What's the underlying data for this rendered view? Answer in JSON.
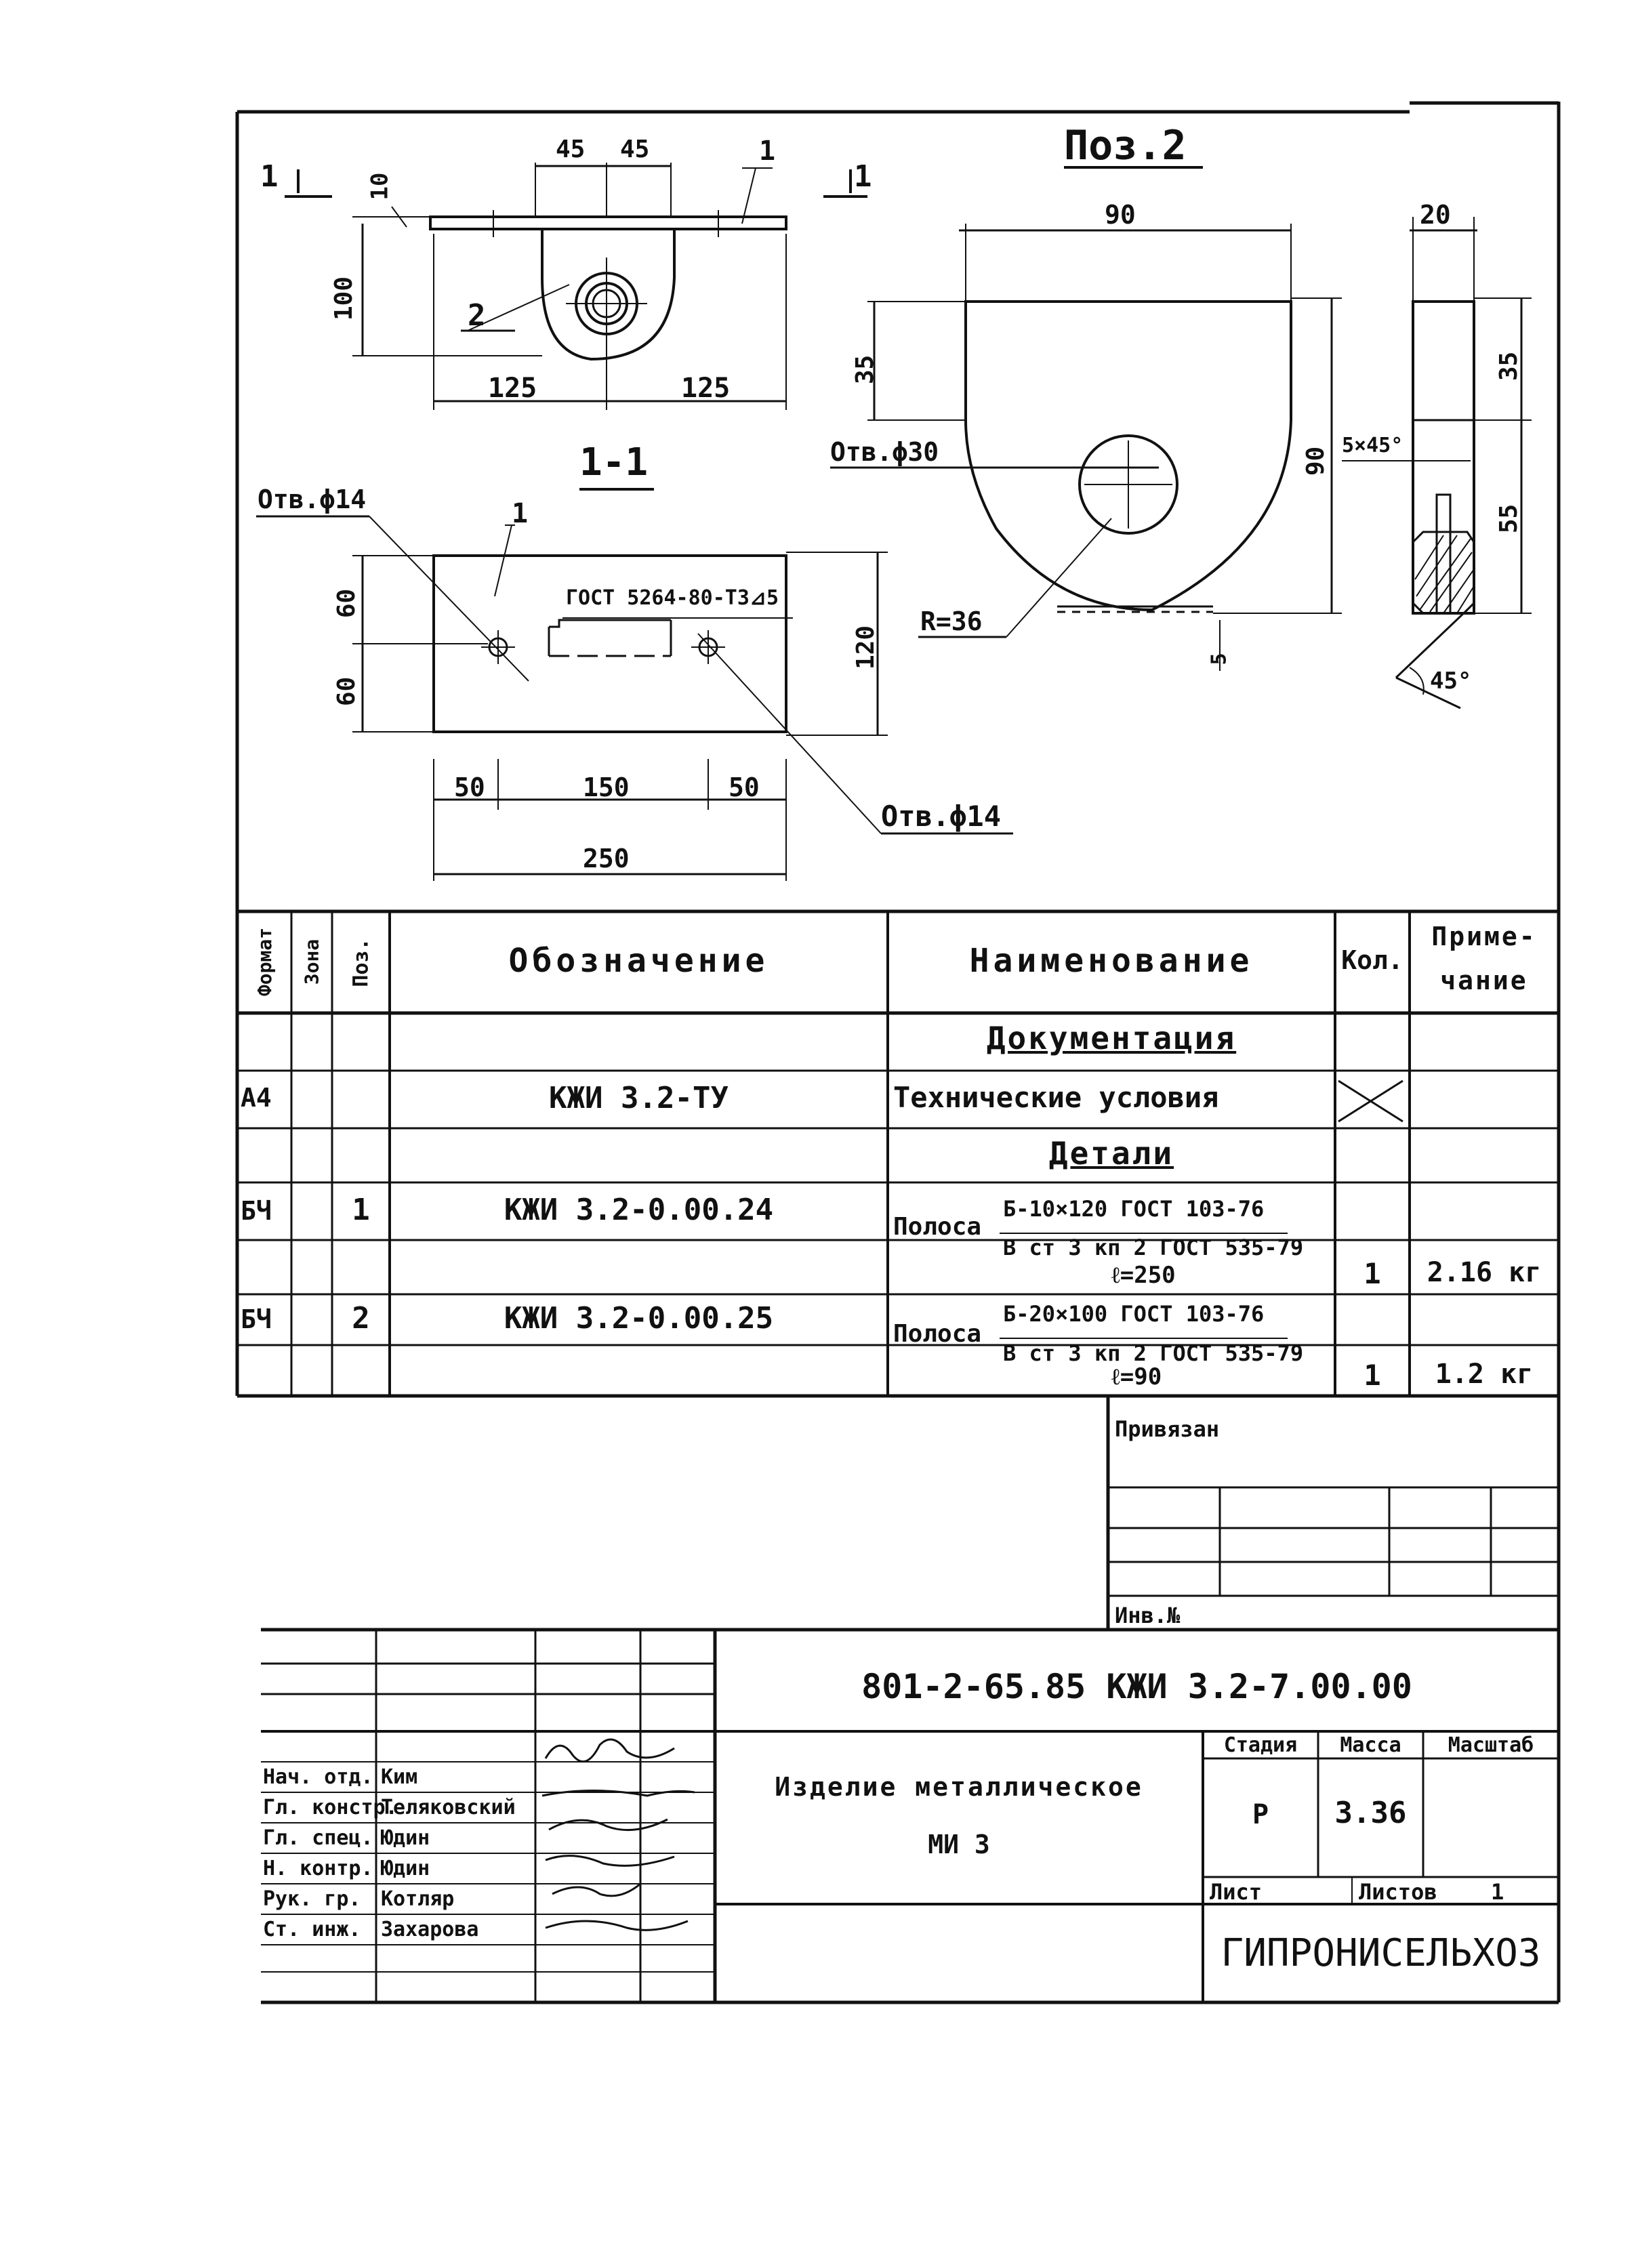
{
  "drawing": {
    "view_top": {
      "section_mark_left": "1",
      "section_mark_right": "1",
      "dim_10": "10",
      "dim_45_left": "45",
      "dim_45_right": "45",
      "dim_100": "100",
      "dim_125_left": "125",
      "dim_125_right": "125",
      "leader_1": "1",
      "leader_2": "2"
    },
    "section_1_1": {
      "title": "1-1",
      "hole_left": "Отв.ϕ14",
      "hole_right": "Отв.ϕ14",
      "leader_1": "1",
      "weld_note": "ГОСТ 5264-80-Т3⊿5",
      "dim_60_top": "60",
      "dim_60_bottom": "60",
      "dim_120": "120",
      "dim_50_left": "50",
      "dim_150": "150",
      "dim_50_right": "50",
      "dim_250": "250"
    },
    "pos2": {
      "title": "Поз.2",
      "dim_90_top": "90",
      "dim_35": "35",
      "dim_90_right": "90",
      "hole": "Отв.ϕ30",
      "radius": "R=36",
      "dim_5": "5",
      "side_dim_20": "20",
      "side_dim_35": "35",
      "side_dim_55": "55",
      "chamfer": "5×45°",
      "angle": "45°"
    }
  },
  "spec": {
    "headers": {
      "format": "Формат",
      "zone": "Зона",
      "pos": "Поз.",
      "designation": "Обозначение",
      "name": "Наименование",
      "qty": "Кол.",
      "note_1": "Приме-",
      "note_2": "чание"
    },
    "section_docs": "Документация",
    "doc_row": {
      "format": "А4",
      "designation": "КЖИ 3.2-ТУ",
      "name": "Технические условия"
    },
    "section_parts": "Детали",
    "part1": {
      "format": "БЧ",
      "pos": "1",
      "designation": "КЖИ 3.2-0.00.24",
      "name_prefix": "Полоса",
      "spec_top": "Б-10×120  ГОСТ 103-76",
      "spec_bottom": "В ст 3 кп 2  ГОСТ 535-79",
      "length": "ℓ=250",
      "qty": "1",
      "note": "2.16 кг"
    },
    "part2": {
      "format": "БЧ",
      "pos": "2",
      "designation": "КЖИ 3.2-0.00.25",
      "name_prefix": "Полоса",
      "spec_top": "Б-20×100  ГОСТ 103-76",
      "spec_bottom": "В ст 3 кп 2  ГОСТ 535-79",
      "length": "ℓ=90",
      "qty": "1",
      "note": "1.2 кг"
    }
  },
  "binding": {
    "title": "Привязан",
    "inv": "Инв.№"
  },
  "title_block": {
    "code": "801-2-65.85 КЖИ 3.2-7.00.00",
    "name_line1": "Изделие металлическое",
    "name_line2": "МИ 3",
    "stage_h": "Стадия",
    "mass_h": "Масса",
    "scale_h": "Масштаб",
    "stage": "Р",
    "mass": "3.36",
    "sheet_h": "Лист",
    "sheets_h": "Листов",
    "sheets": "1",
    "org": "ГИПРОНИСЕЛЬХОЗ",
    "roles": [
      {
        "role": "Нач. отд.",
        "name": "Ким"
      },
      {
        "role": "Гл. констр.",
        "name": "Теляковский"
      },
      {
        "role": "Гл. спец.",
        "name": "Юдин"
      },
      {
        "role": "Н. контр.",
        "name": "Юдин"
      },
      {
        "role": "Рук. гр.",
        "name": "Котляр"
      },
      {
        "role": "Ст. инж.",
        "name": "Захарова"
      }
    ]
  }
}
